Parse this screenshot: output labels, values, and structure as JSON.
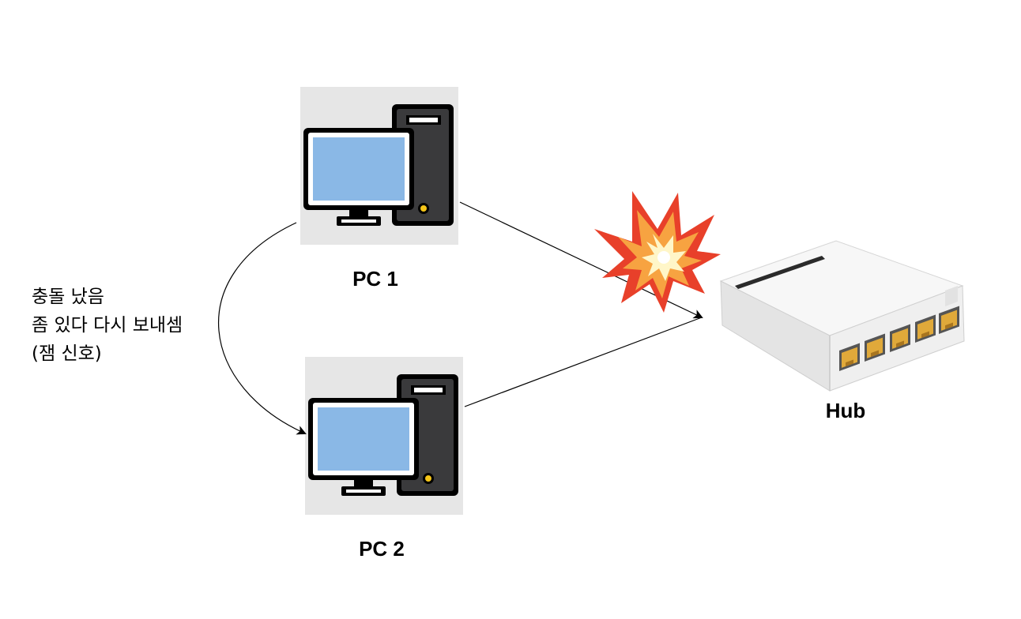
{
  "nodes": {
    "pc1": {
      "label": "PC 1"
    },
    "pc2": {
      "label": "PC 2"
    },
    "hub": {
      "label": "Hub"
    }
  },
  "note": {
    "lines": [
      "충돌 났음",
      "좀 있다 다시 보내셈",
      "(잼 신호)"
    ]
  },
  "colors": {
    "pc_background": "#e6e6e6",
    "monitor_screen": "#8ab8e6",
    "pc_frame": "#000000",
    "tower_body": "#3a3a3c",
    "power_led": "#f5c518",
    "hub_body": "#f2f2f2",
    "port": "#e0a93a",
    "explosion_outer": "#e8402a",
    "explosion_mid": "#f7a341",
    "explosion_inner": "#fff6c8"
  },
  "icons": {
    "pc": "desktop-computer-icon",
    "hub": "network-hub-image",
    "collision": "collision-explosion-icon"
  }
}
